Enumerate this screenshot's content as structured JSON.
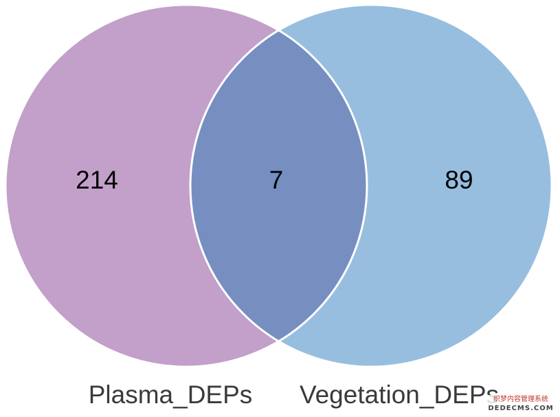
{
  "sets": [
    {
      "name": "Plasma_DEPs",
      "only_count": "214",
      "color": "#c2a0c9"
    },
    {
      "name": "Vegetation_DEPs",
      "only_count": "89",
      "color": "#97bedf"
    }
  ],
  "intersection": {
    "count": "7",
    "color": "#768fc0"
  },
  "outline_color": "#ffffff",
  "watermark": {
    "line1": "织梦内容管理系统",
    "line2": "DEDECMS.COM"
  }
}
